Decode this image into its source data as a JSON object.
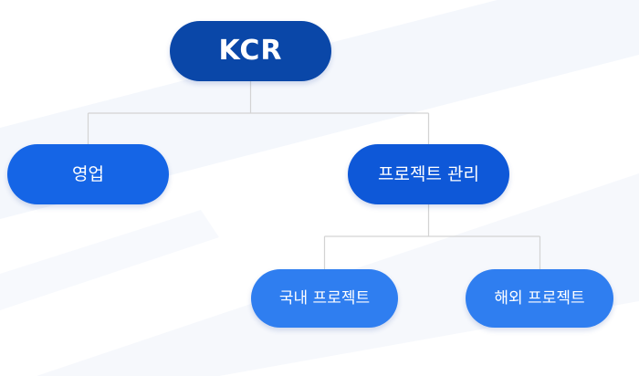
{
  "org_chart": {
    "root": {
      "label": "KCR"
    },
    "sales": {
      "label": "영업"
    },
    "project_management": {
      "label": "프로젝트 관리",
      "children": {
        "domestic": {
          "label": "국내 프로젝트"
        },
        "overseas": {
          "label": "해외 프로젝트"
        }
      }
    }
  },
  "colors": {
    "root": "#0a47a8",
    "sales": "#1565e6",
    "project_management": "#0e58d8",
    "sub_projects": "#2f7ef0",
    "connector": "#d0d0d0",
    "background_stripe": "#f3f6fb"
  }
}
